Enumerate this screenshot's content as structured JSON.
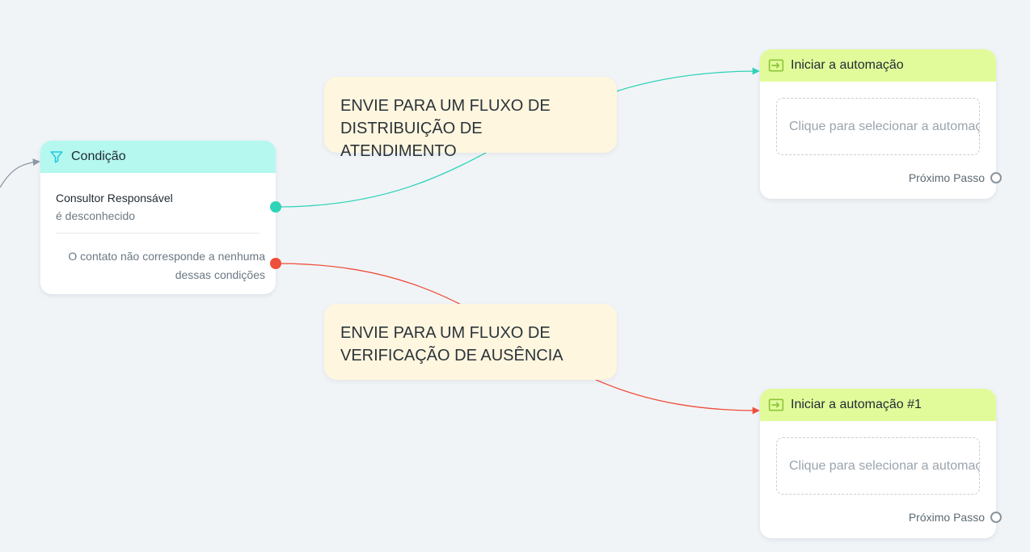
{
  "condition_node": {
    "title": "Condição",
    "icon": "filter-icon",
    "header_color": "#b4f8ef",
    "rule": {
      "field": "Consultor Responsável",
      "operator": "é desconhecido"
    },
    "else_label": "O contato não corresponde a nenhuma dessas condições"
  },
  "notes": [
    {
      "text": "ENVIE PARA UM FLUXO DE DISTRIBUIÇÃO DE ATENDIMENTO"
    },
    {
      "text": "ENVIE PARA UM FLUXO DE VERIFICAÇÃO DE AUSÊNCIA"
    }
  ],
  "automation_nodes": [
    {
      "title": "Iniciar a automação",
      "icon": "enter-icon",
      "placeholder": "Clique para selecionar a automação",
      "next_step": "Próximo Passo"
    },
    {
      "title": "Iniciar a automação #1",
      "icon": "enter-icon",
      "placeholder": "Clique para selecionar a automação",
      "next_step": "Próximo Passo"
    }
  ],
  "colors": {
    "canvas_bg": "#f1f4f7",
    "match_edge": "#2fd3b7",
    "else_edge": "#ef4e3a",
    "incoming_edge": "#8c98a4",
    "automation_header": "#e2fb9a",
    "note_bg": "#fff6df"
  }
}
